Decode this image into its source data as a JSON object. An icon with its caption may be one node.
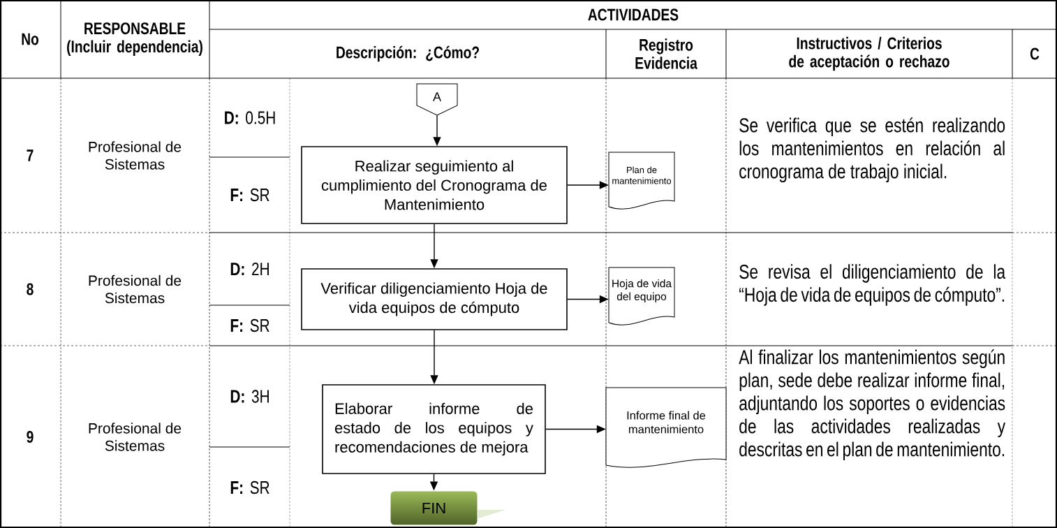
{
  "diagram": {
    "nodes": [
      {
        "text": [
          "A"
        ]
      },
      {
        "text": [
          "Realizar seguimiento al cumplimiento del Cronograma de Mantenimiento"
        ]
      },
      {
        "text": [
          "Plan de mantenimiento"
        ]
      },
      {
        "text": [
          "Verificar diligenciamiento Hoja de vida equipos de cómputo"
        ]
      },
      {
        "text": [
          "Hoja de vida del equipo"
        ]
      },
      {
        "text": [
          "Elaborar informe de estado de los equipos y recomendaciones de mejora"
        ]
      },
      {
        "text": [
          "Informe final de mantenimiento"
        ]
      },
      {
        "text": [
          "FIN"
        ]
      }
    ],
    "edges": [
      {
        "from": 0,
        "to": 1,
        "arrow": "to"
      },
      {
        "from": 1,
        "to": 2,
        "arrow": "to"
      },
      {
        "from": 1,
        "to": 3,
        "arrow": "to"
      },
      {
        "from": 3,
        "to": 4,
        "arrow": "to"
      },
      {
        "from": 3,
        "to": 5,
        "arrow": "to"
      },
      {
        "from": 5,
        "to": 6,
        "arrow": "to"
      },
      {
        "from": 5,
        "to": 7,
        "arrow": "to"
      }
    ],
    "labels": [
      "No",
      "RESPONSABLE (Incluir dependencia)",
      "ACTIVIDADES",
      "Descripción: ¿Cómo?",
      "Registro Evidencia",
      "Instructivos / Criterios de aceptación o rechazo",
      "C",
      "7",
      "Profesional de Sistemas",
      "**D:** 0.5H",
      "**F:** SR",
      "Se verifica que se estén realizando los mantenimientos en relación al cronograma de trabajo inicial.",
      "8",
      "Profesional de Sistemas",
      "**D:** 2H",
      "**F:** SR",
      "Se revisa el diligenciamiento de la “Hoja de vida de equipos de cómputo”.",
      "9",
      "Profesional de Sistemas",
      "**D:** 3H",
      "**F:** SR",
      "Al finalizar los mantenimientos según plan, sede debe realizar informe final, adjuntando los soportes o evidencias de las actividades realizadas y descritas en el plan de mantenimiento."
    ]
  }
}
